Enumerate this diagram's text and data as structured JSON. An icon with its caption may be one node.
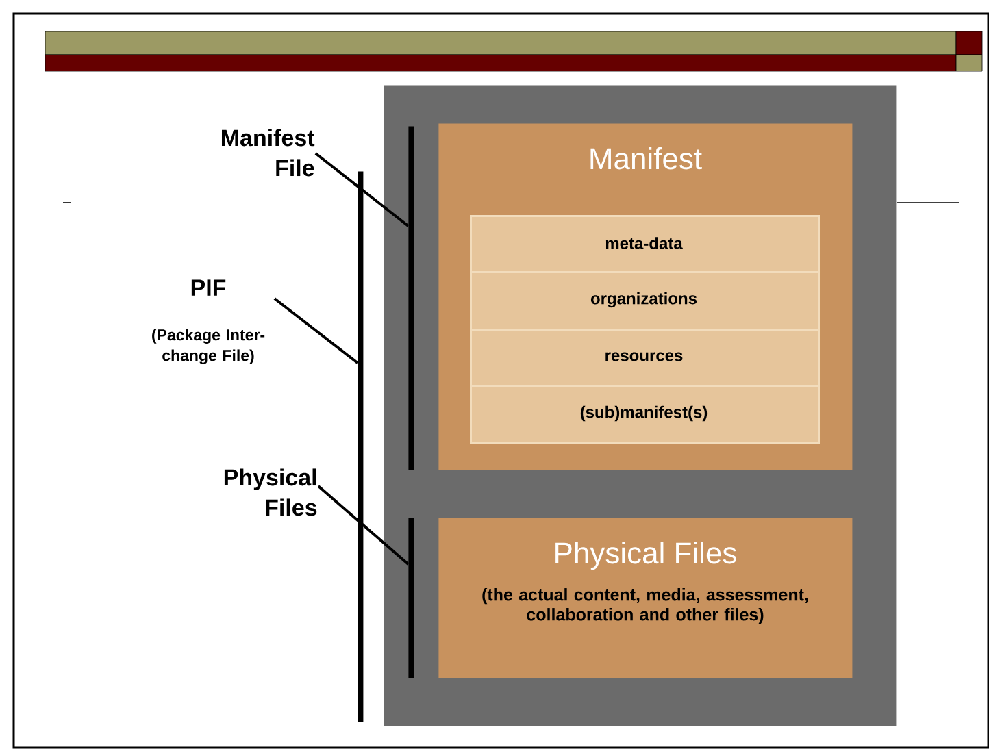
{
  "diagram": {
    "nodes": [
      {
        "text": [],
        "shape": "box"
      },
      {
        "text": [],
        "shape": "bar",
        "in": 0
      },
      {
        "text": [
          "Manifest"
        ],
        "in": 0
      },
      {
        "text": [
          "meta-data"
        ],
        "in": 2
      },
      {
        "text": [
          "organizations"
        ],
        "in": 2
      },
      {
        "text": [
          "resources"
        ],
        "in": 2
      },
      {
        "text": [
          "(sub)manifest(s)"
        ],
        "in": 2
      },
      {
        "text": [],
        "shape": "bar",
        "in": 0
      },
      {
        "text": [
          "Physical Files",
          "(the actual content, media, assessment, collaboration and other files)"
        ],
        "in": 0
      },
      {
        "text": [
          "Manifest File"
        ]
      },
      {
        "text": [
          "PIF",
          "(Package Inter- change File)"
        ]
      },
      {
        "text": [],
        "shape": "bar"
      },
      {
        "text": [
          "Physical Files"
        ]
      }
    ],
    "edges": [
      {
        "from": 9,
        "to": 1,
        "arrow": "none"
      },
      {
        "from": 10,
        "to": 11,
        "arrow": "none"
      },
      {
        "from": 12,
        "to": 7,
        "arrow": "none"
      }
    ]
  }
}
